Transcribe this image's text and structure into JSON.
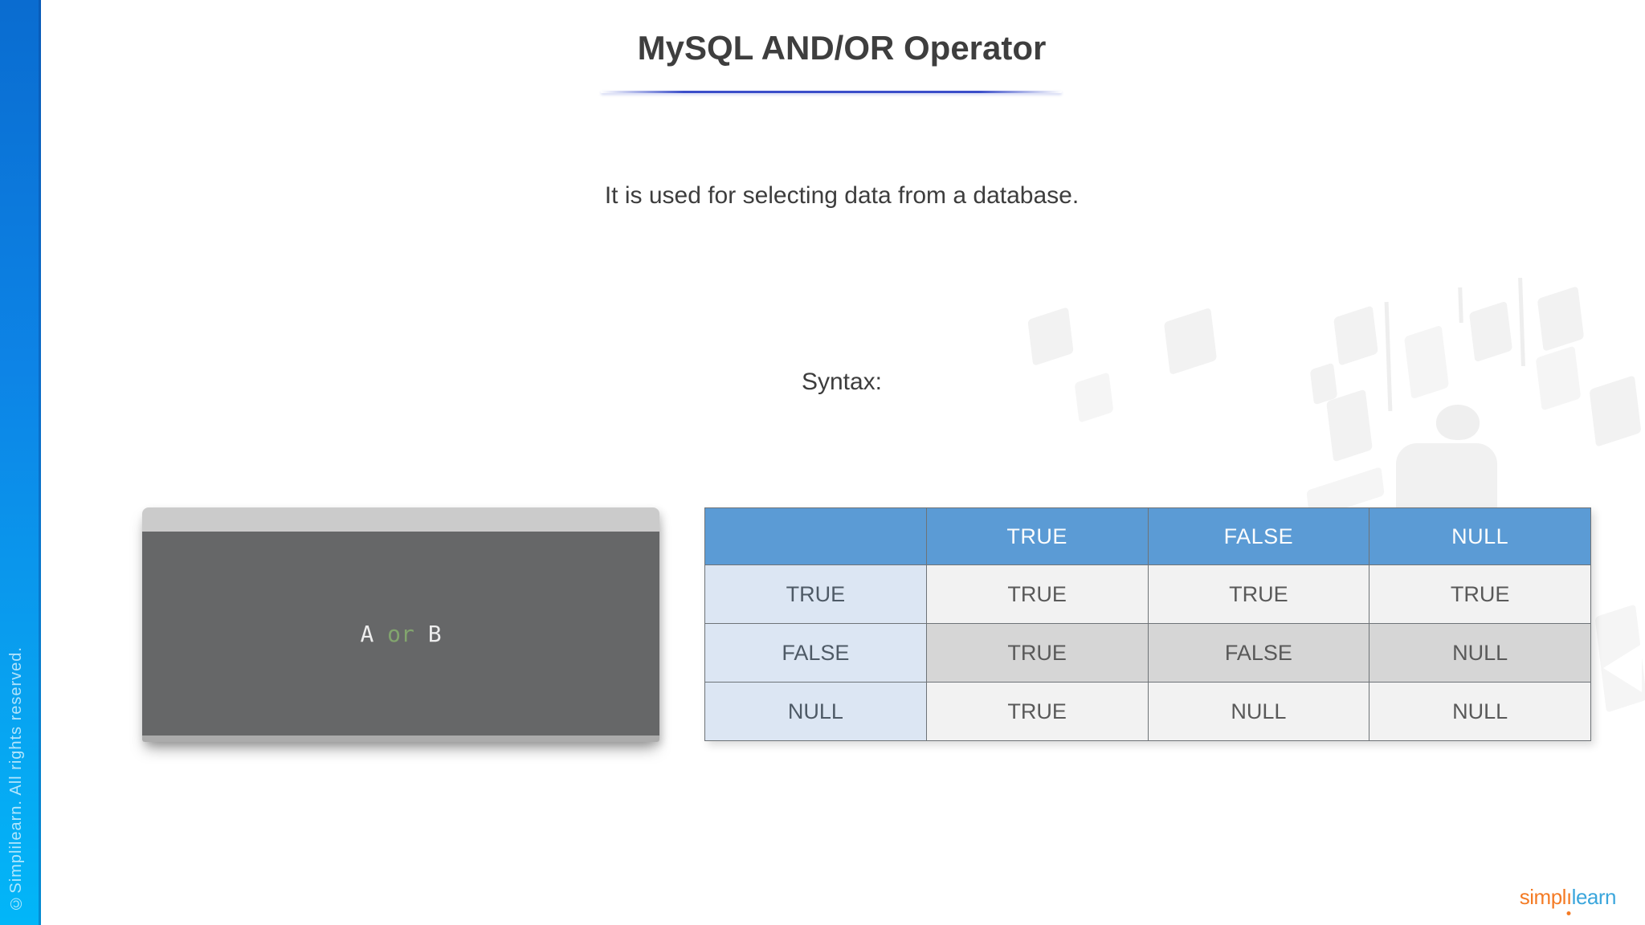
{
  "sidebar": {
    "copyright": "©Simplilearn. All rights reserved."
  },
  "header": {
    "title": "MySQL AND/OR Operator"
  },
  "intro": "It is used for selecting data from a database.",
  "syntax_label": "Syntax:",
  "code_block": {
    "tokens": [
      {
        "text": "A",
        "type": "plain"
      },
      {
        "text": "or",
        "type": "keyword"
      },
      {
        "text": "B",
        "type": "plain"
      }
    ]
  },
  "truth_table": {
    "header": [
      "",
      "TRUE",
      "FALSE",
      "NULL"
    ],
    "rows": [
      {
        "label": "TRUE",
        "cells": [
          "TRUE",
          "TRUE",
          "TRUE"
        ],
        "shaded": false
      },
      {
        "label": "FALSE",
        "cells": [
          "TRUE",
          "FALSE",
          "NULL"
        ],
        "shaded": true
      },
      {
        "label": "NULL",
        "cells": [
          "TRUE",
          "NULL",
          "NULL"
        ],
        "shaded": false
      }
    ]
  },
  "logo": {
    "part_orange": "simpl",
    "i_char": "ı",
    "part_blue": "learn"
  },
  "colors": {
    "sidebar_gradient_top": "#0a6cd0",
    "sidebar_gradient_bottom": "#02b6f8",
    "title_underline_blue": "#3b4ec9",
    "table_header_bg": "#5b9bd5",
    "table_first_col_bg": "#dce6f3",
    "table_cell_light_bg": "#f2f2f2",
    "table_cell_shaded_bg": "#d6d6d6",
    "code_titlebar_gray": "#cbcbcb",
    "code_body_gray": "#666768",
    "code_keyword_green": "#82a56e",
    "logo_orange": "#f47b25",
    "logo_blue": "#3ba6dc"
  }
}
